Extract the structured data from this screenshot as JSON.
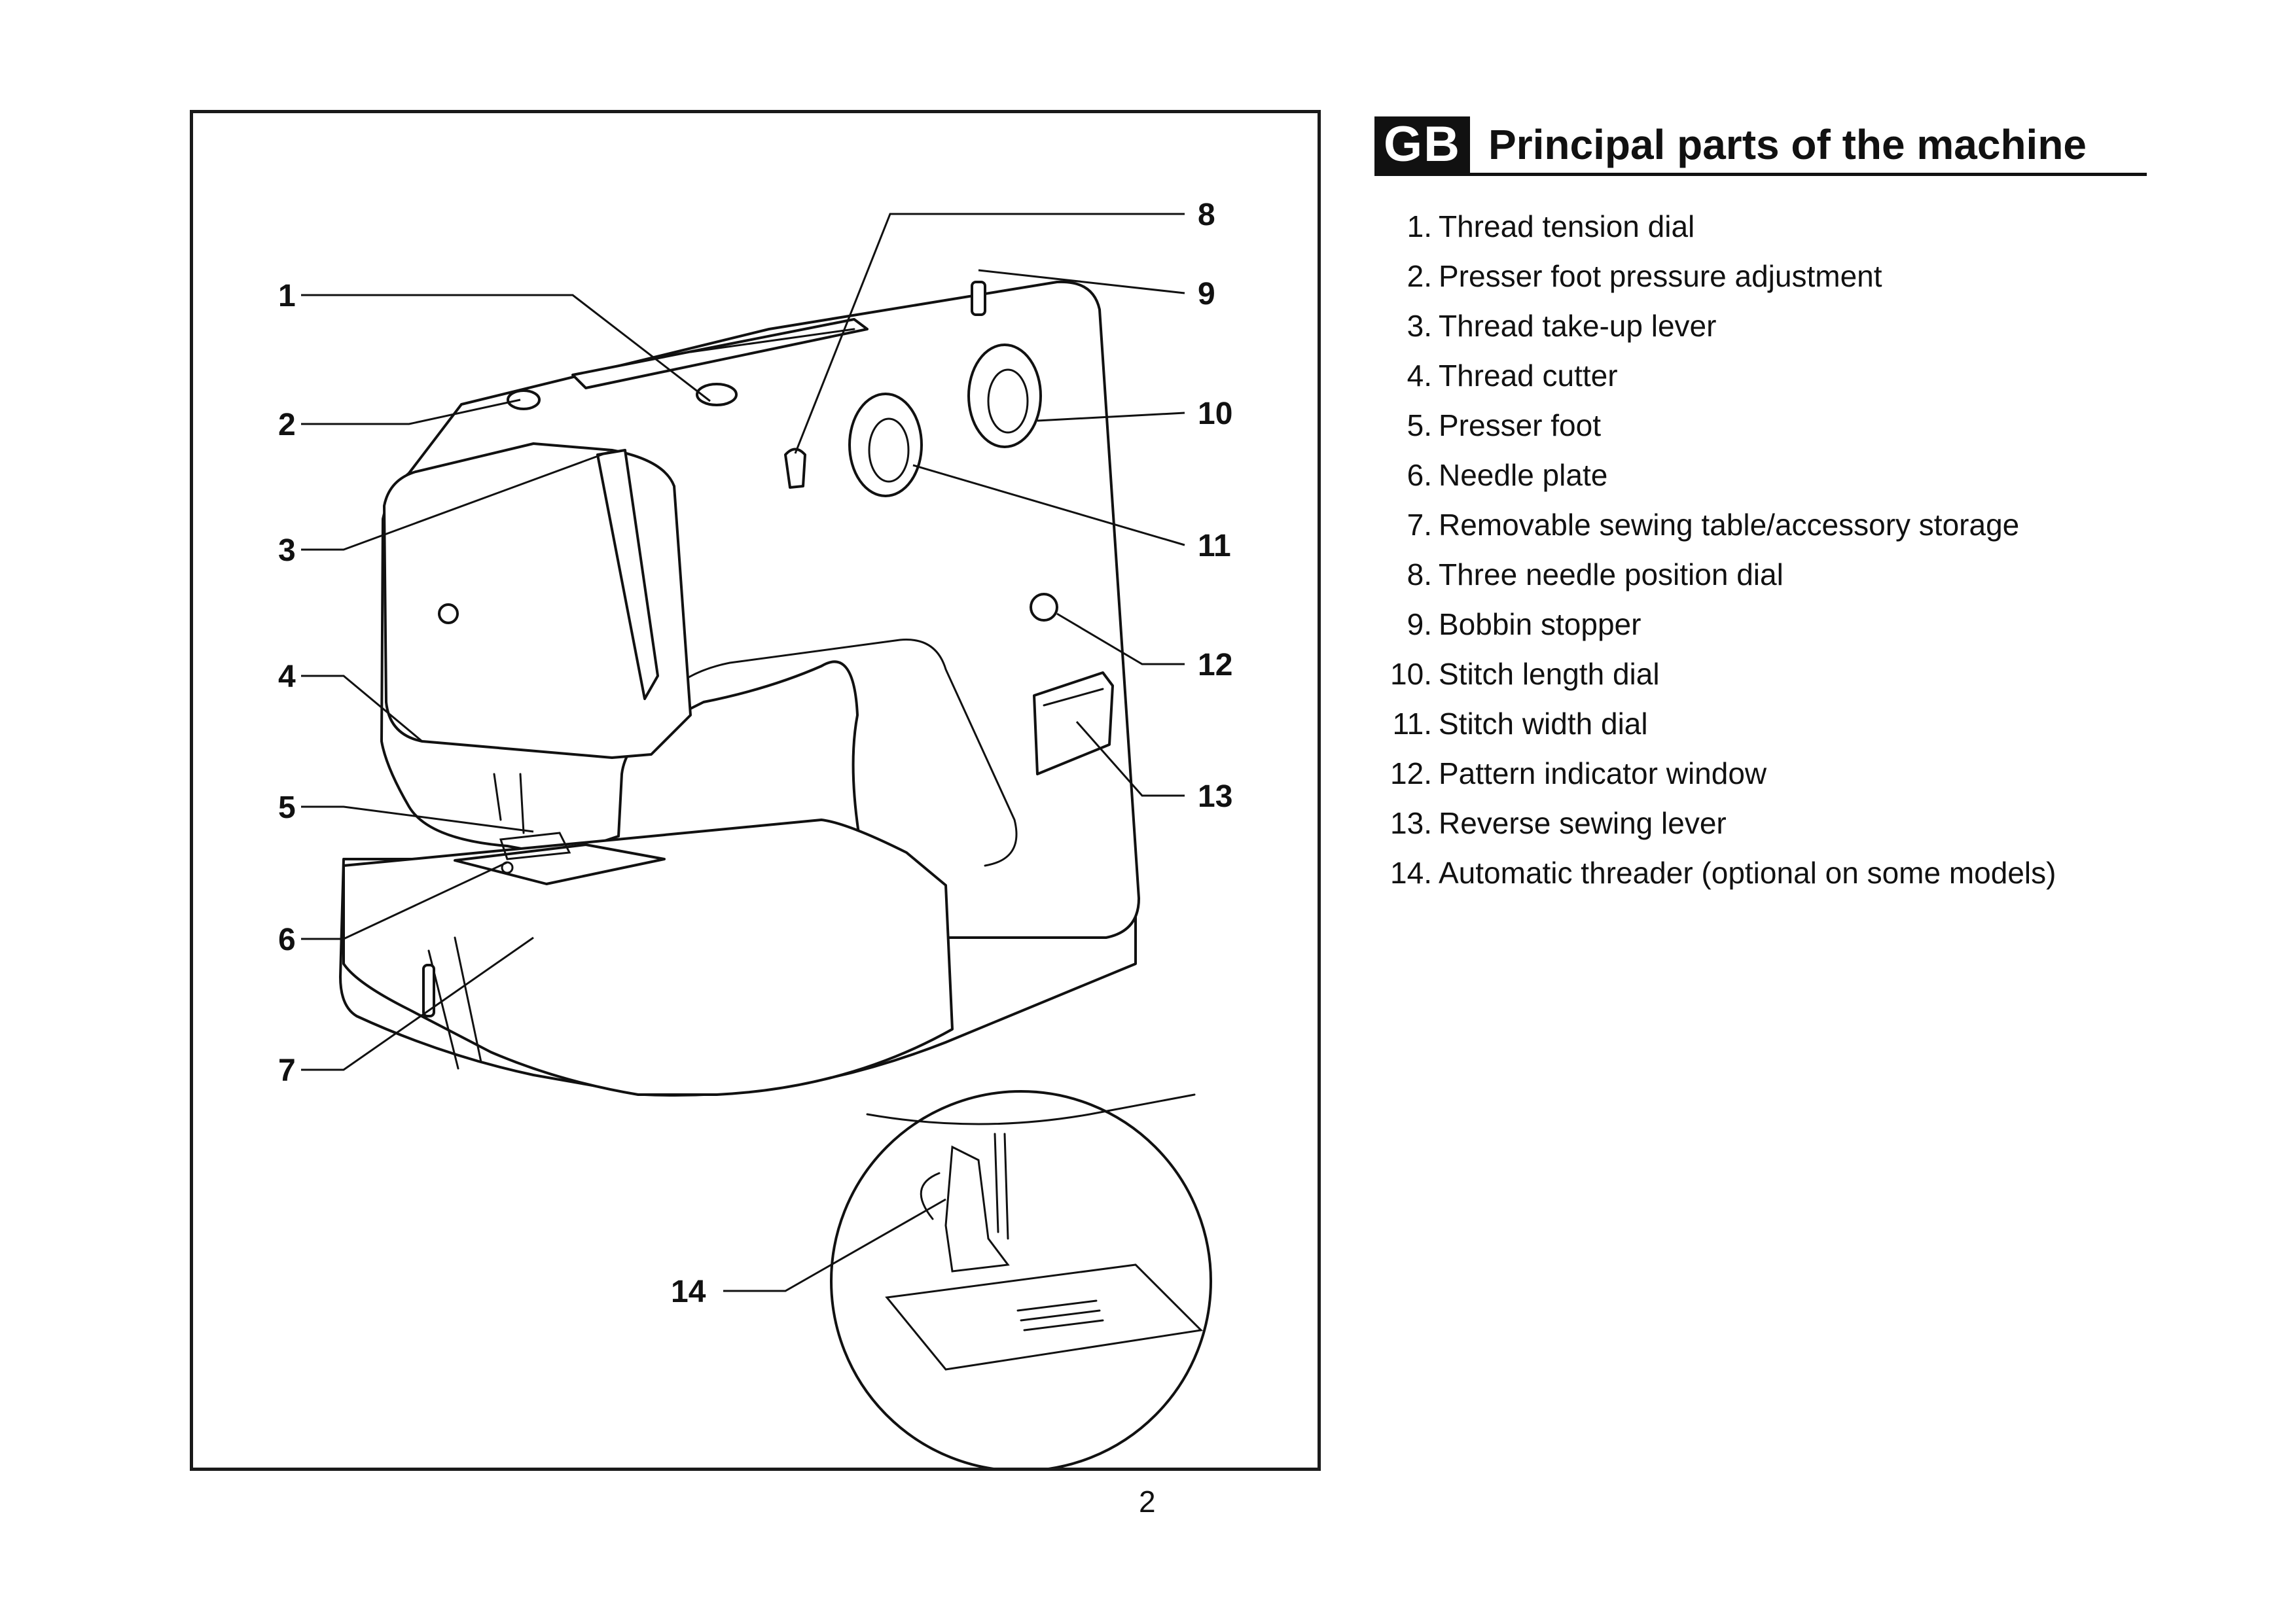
{
  "header": {
    "language_badge": "GB",
    "title": "Principal parts of the machine"
  },
  "parts": [
    {
      "num": "1.",
      "label": "Thread tension dial"
    },
    {
      "num": "2.",
      "label": "Presser foot pressure adjustment"
    },
    {
      "num": "3.",
      "label": "Thread take-up lever"
    },
    {
      "num": "4.",
      "label": "Thread cutter"
    },
    {
      "num": "5.",
      "label": "Presser foot"
    },
    {
      "num": "6.",
      "label": "Needle plate"
    },
    {
      "num": "7.",
      "label": "Removable sewing table/accessory storage"
    },
    {
      "num": "8.",
      "label": "Three needle position dial"
    },
    {
      "num": "9.",
      "label": "Bobbin stopper"
    },
    {
      "num": "10.",
      "label": "Stitch length dial"
    },
    {
      "num": "11.",
      "label": "Stitch width dial"
    },
    {
      "num": "12.",
      "label": "Pattern indicator window"
    },
    {
      "num": "13.",
      "label": "Reverse sewing lever"
    },
    {
      "num": "14.",
      "label": "Automatic threader (optional on some models)"
    }
  ],
  "figure": {
    "callouts": [
      "1",
      "2",
      "3",
      "4",
      "5",
      "6",
      "7",
      "8",
      "9",
      "10",
      "11",
      "12",
      "13",
      "14"
    ]
  },
  "page_number": "2"
}
